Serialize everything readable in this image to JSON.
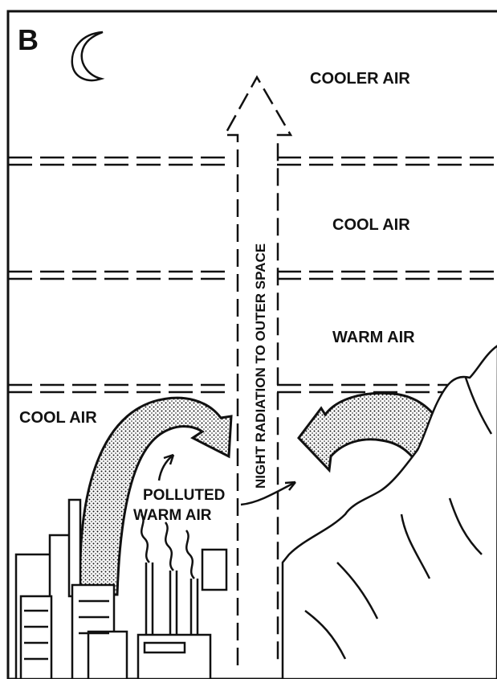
{
  "panel": {
    "letter": "B"
  },
  "layers": {
    "top": "COOLER AIR",
    "upper": "COOL AIR",
    "inversion": "WARM AIR",
    "surface": "COOL AIR"
  },
  "arrow_label": "NIGHT RADIATION TO OUTER SPACE",
  "pollution": {
    "line1": "POLLUTED",
    "line2": "WARM AIR"
  },
  "colors": {
    "ink": "#111111",
    "paper": "#ffffff"
  }
}
